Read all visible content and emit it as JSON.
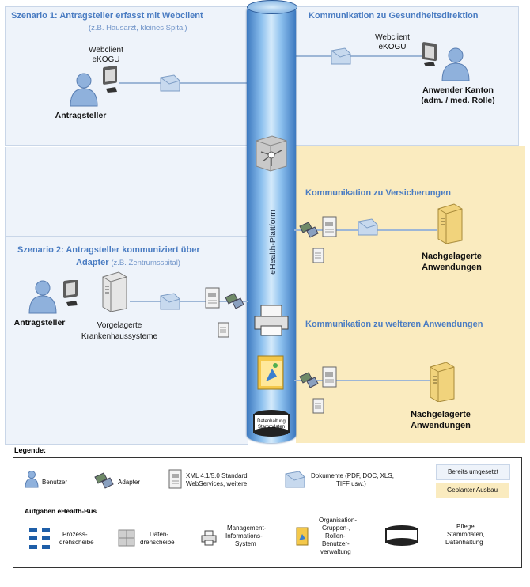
{
  "scenario1": {
    "title": "Szenario 1: Antragsteller erfasst mit Webclient",
    "subtitle": "(z.B. Hausarzt, kleines Spital)",
    "webclient": [
      "Webclient",
      "eKOGU"
    ],
    "user": "Antragsteller"
  },
  "gesundheit": {
    "title": "Kommunikation zu Gesundheitsdirektion",
    "webclient": [
      "Webclient",
      "eKOGU"
    ],
    "user": [
      "Anwender Kanton",
      "(adm. / med. Rolle)"
    ]
  },
  "versicherung": {
    "title": "Kommunikation zu Versicherungen",
    "target": [
      "Nachgelagerte",
      "Anwendungen"
    ]
  },
  "scenario2": {
    "title_line1": "Szenario 2: Antragsteller kommuniziert über",
    "title_line2": "Adapter",
    "subtitle": "(z.B. Zentrumsspital)",
    "user": "Antragsteller",
    "system": [
      "Vorgelagerte",
      "Krankenhaussysteme"
    ]
  },
  "weitere": {
    "title": "Kommunikation zu welteren Anwendungen",
    "target": [
      "Nachgelagerte",
      "Anwendungen"
    ]
  },
  "platform": {
    "label": "eHealth-Plattform",
    "db_label": [
      "Datenhaltung",
      "Stammdaten"
    ]
  },
  "legend": {
    "title": "Legende:",
    "items": {
      "benutzer": "Benutzer",
      "adapter": "Adapter",
      "xml": [
        "XML 4.1/5.0 Standard,",
        "WebServices, weitere"
      ],
      "dokumente": [
        "Dokumente (PDF, DOC, XLS,",
        "TIFF usw.)"
      ]
    },
    "status": {
      "done": "Bereits umgesetzt",
      "planned": "Geplanter Ausbau"
    },
    "tasks_title": "Aufgaben eHealth-Bus",
    "tasks": {
      "prozess": [
        "Prozess-",
        "drehscheibe"
      ],
      "daten": [
        "Daten-",
        "drehscheibe"
      ],
      "mis": [
        "Management-",
        "Informations-",
        "System"
      ],
      "org": [
        "Organisation-",
        "Gruppen-,",
        "Rollen-,",
        "Benutzer-",
        "verwaltung"
      ],
      "pflege": [
        "Pflege",
        "Stammdaten,",
        "Datenhaltung"
      ]
    }
  },
  "colors": {
    "blue_panel": "#eef3fa",
    "yellow_panel": "#faebbf",
    "title_blue": "#4a7cc2",
    "tube_dark": "#3c78bf"
  }
}
